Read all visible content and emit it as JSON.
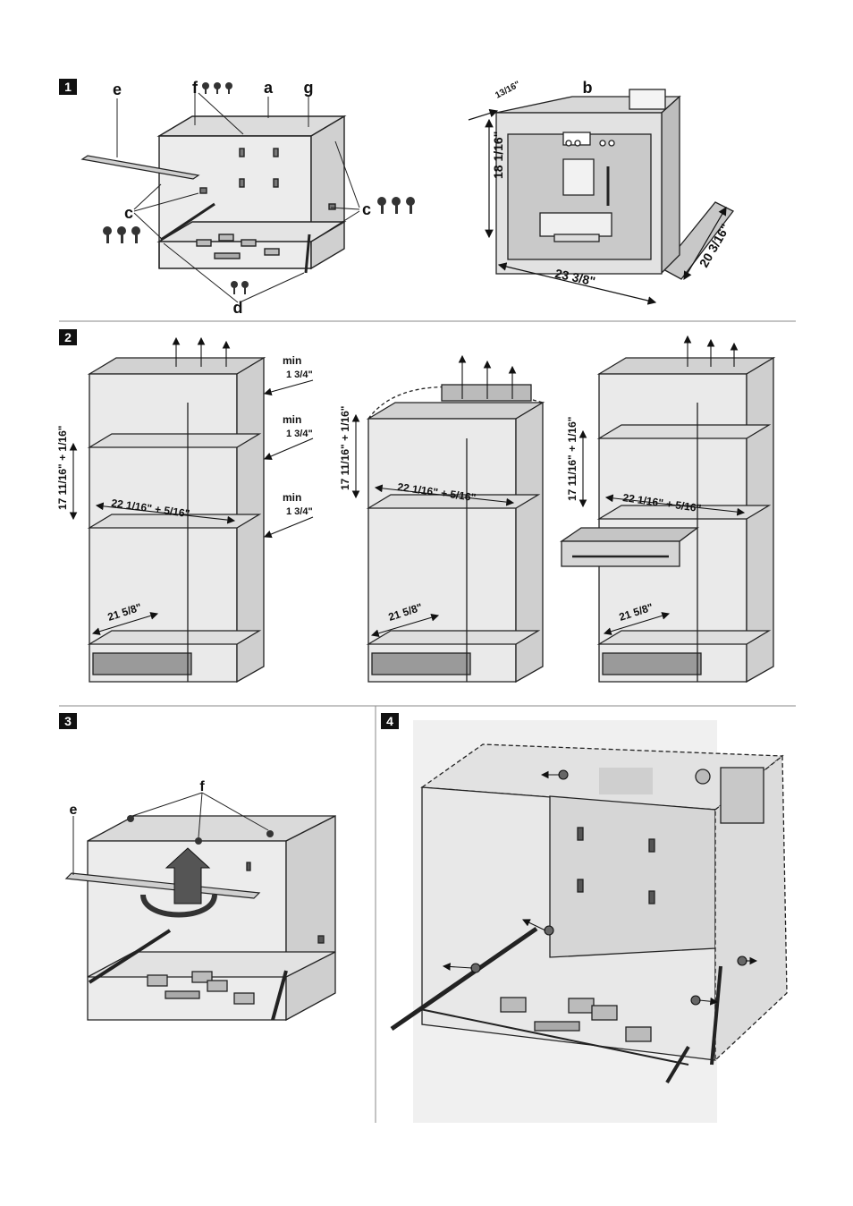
{
  "steps": [
    "1",
    "2",
    "3",
    "4"
  ],
  "step1": {
    "labels": {
      "e": "e",
      "f": "f",
      "a": "a",
      "g": "g",
      "c_left": "c",
      "c_right": "c",
      "d": "d",
      "b": "b"
    },
    "dims": {
      "depth_top": "13/16\"",
      "height": "18 1/16\"",
      "width": "23 3/8\"",
      "depth": "20 3/16\""
    }
  },
  "step2": {
    "dims": {
      "min": "min",
      "gap": "1 3/4\"",
      "height": "17 11/16\" + 1/16\"",
      "width": "22 1/16\" + 5/16\"",
      "depth": "21 5/8\""
    }
  },
  "step3": {
    "labels": {
      "e": "e",
      "f": "f"
    }
  },
  "colors": {
    "line": "#222222",
    "panel": "#d9d9d9",
    "shade": "#b8b8b8",
    "wall": "#eeeeee",
    "step_box": "#111111"
  }
}
